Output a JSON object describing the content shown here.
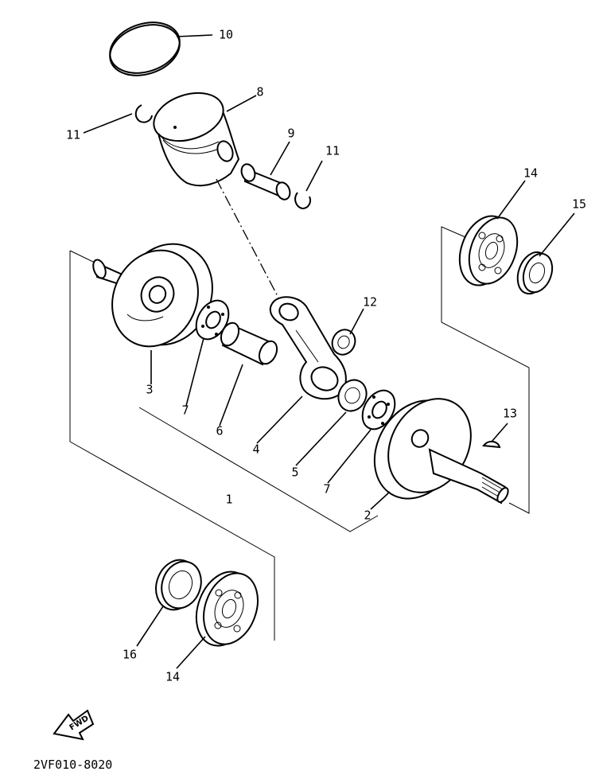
{
  "diagram": {
    "part_code": "2VF010-8020",
    "fwd_label": "FWD",
    "callouts": {
      "c1": "1",
      "c2": "2",
      "c3": "3",
      "c4": "4",
      "c5": "5",
      "c6": "6",
      "c7a": "7",
      "c7b": "7",
      "c8": "8",
      "c9": "9",
      "c10": "10",
      "c11a": "11",
      "c11b": "11",
      "c12": "12",
      "c13": "13",
      "c14a": "14",
      "c14b": "14",
      "c15": "15",
      "c16": "16"
    }
  }
}
